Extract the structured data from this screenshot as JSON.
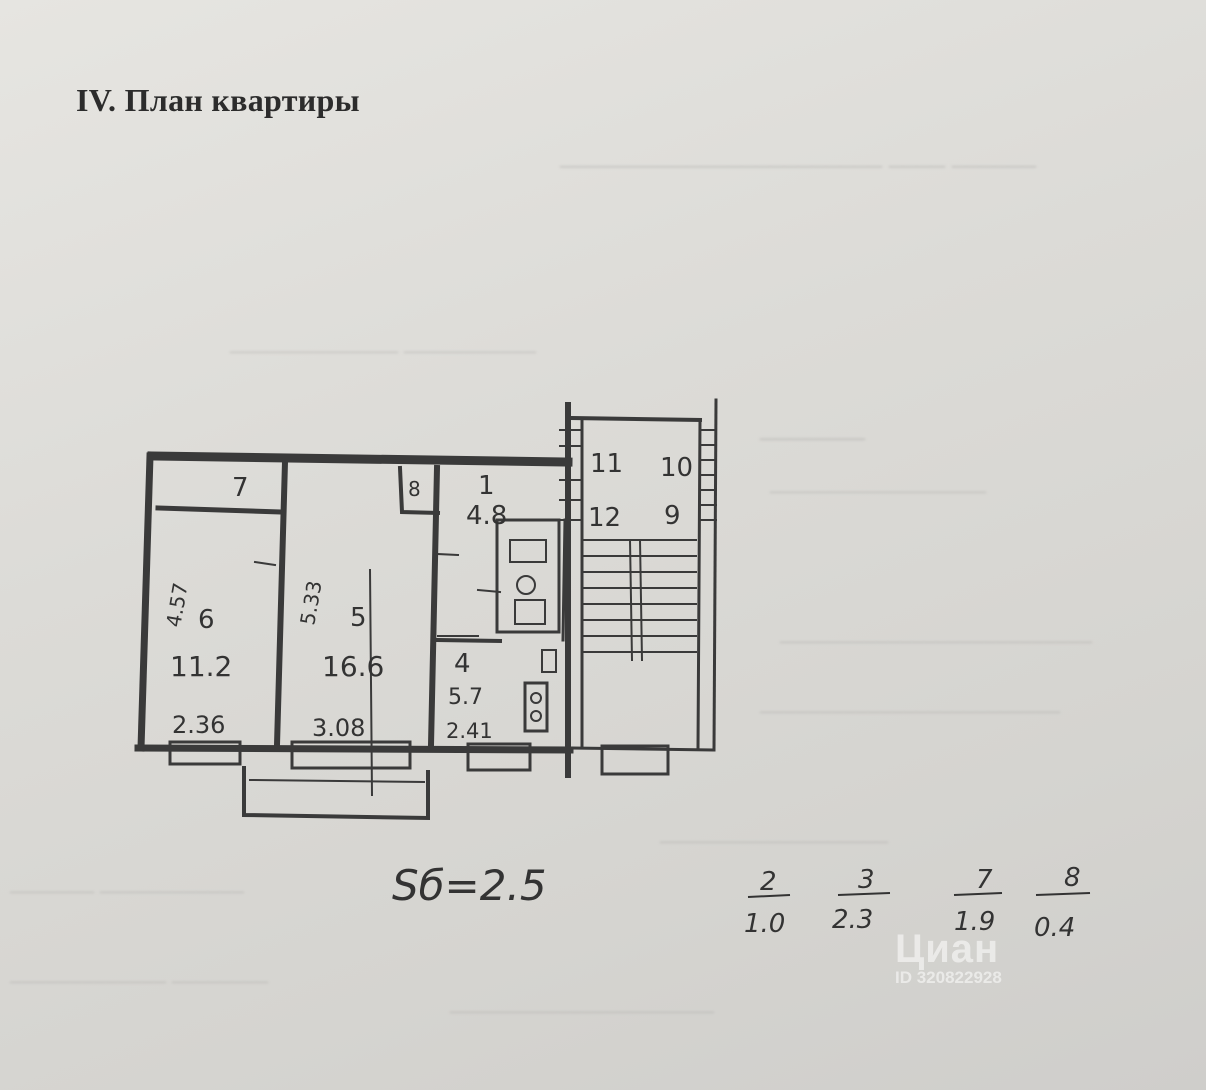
{
  "document": {
    "section_title": "IV. План квартиры"
  },
  "plan": {
    "rooms": [
      {
        "number": "1",
        "area": "4.8"
      },
      {
        "number": "4",
        "area": "5.7"
      },
      {
        "number": "5",
        "area": "16.6"
      },
      {
        "number": "6",
        "area": "11.2"
      },
      {
        "number": "7"
      },
      {
        "number": "8"
      },
      {
        "number": "9"
      },
      {
        "number": "10"
      },
      {
        "number": "11"
      },
      {
        "number": "12"
      }
    ],
    "dimensions": {
      "room6_width": "2.36",
      "room6_length": "4.57",
      "room5_width": "3.08",
      "room5_length": "5.33",
      "room4_width": "2.41"
    }
  },
  "handwritten": {
    "balcony_area": "Sб=2.5",
    "fractions": [
      {
        "num": "2",
        "den": "1.0"
      },
      {
        "num": "3",
        "den": "2.3"
      },
      {
        "num": "7",
        "den": "1.9"
      },
      {
        "num": "8",
        "den": "0.4"
      }
    ]
  },
  "watermark": {
    "brand": "Циан",
    "id_text": "ID 320822928"
  }
}
